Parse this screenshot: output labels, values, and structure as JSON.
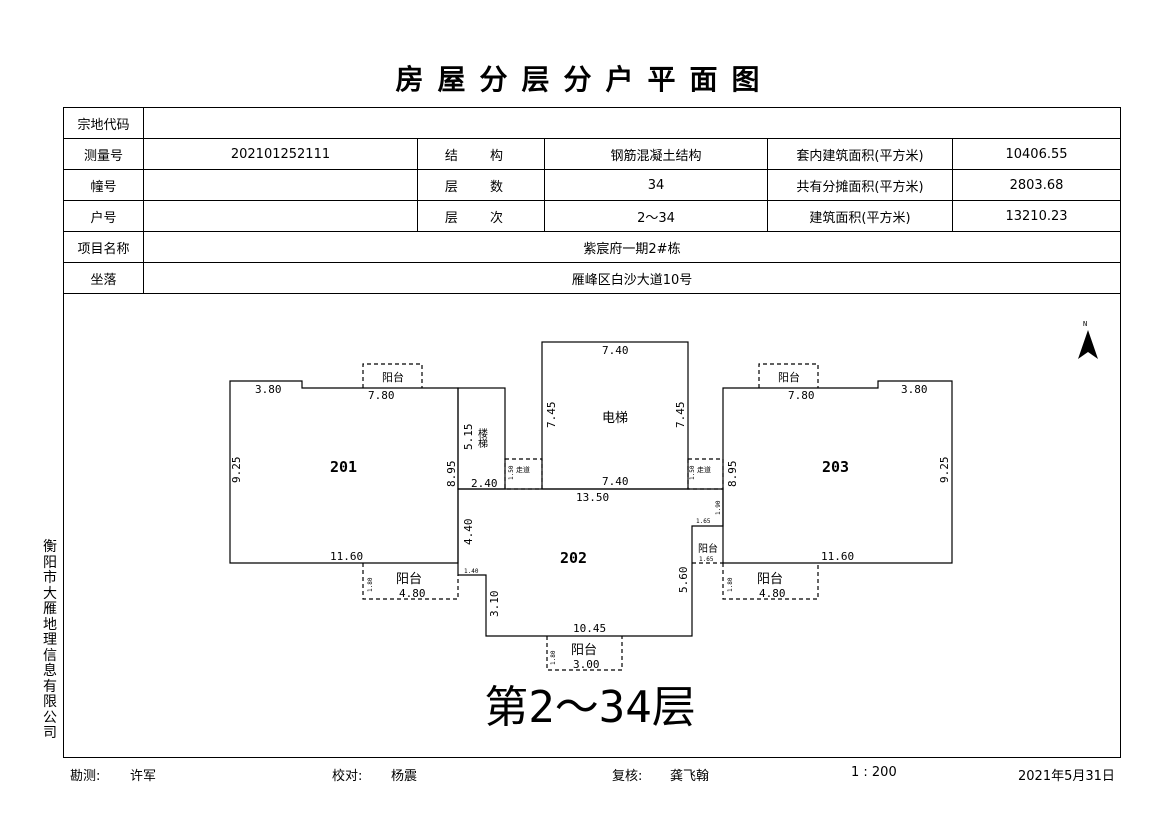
{
  "title": "房屋分层分户平面图",
  "table": {
    "zongdi_label": "宗地代码",
    "zongdi_value": "",
    "celiang_label": "测量号",
    "celiang_value": "202101252111",
    "jiegou_label": "结 构",
    "jiegou_value": "钢筋混凝土结构",
    "taonei_label": "套内建筑面积(平方米)",
    "taonei_value": "10406.55",
    "zhuang_label": "幢号",
    "zhuang_value": "",
    "censhu_label": "层 数",
    "censhu_value": "34",
    "gongyou_label": "共有分摊面积(平方米)",
    "gongyou_value": "2803.68",
    "hu_label": "户号",
    "hu_value": "",
    "cengci_label": "层 次",
    "cengci_value": "2～34",
    "jianzhu_label": "建筑面积(平方米)",
    "jianzhu_value": "13210.23",
    "xiangmu_label": "项目名称",
    "xiangmu_value": "紫宸府一期2#栋",
    "zuoluo_label": "坐落",
    "zuoluo_value": "雁峰区白沙大道10号"
  },
  "plan": {
    "units": [
      "201",
      "202",
      "203"
    ],
    "elevator": "电梯",
    "stair": "楼梯",
    "balcony": "阳台",
    "corridor": "走道",
    "north": "N",
    "floor_label": "第2～34层",
    "dims": {
      "a": "3.80",
      "b": "7.80",
      "c": "9.25",
      "d": "8.95",
      "e": "11.60",
      "f": "5.15",
      "g": "2.40",
      "h": "7.40",
      "i": "7.45",
      "j": "13.50",
      "k": "4.40",
      "l": "3.10",
      "m": "10.45",
      "n": "5.60",
      "o": "4.80",
      "p": "1.80",
      "q": "1.65",
      "r": "1.40",
      "s": "1.50",
      "t": "1.90",
      "u": "3.00"
    }
  },
  "company": "衡阳市大雁地理信息有限公司",
  "footer": {
    "survey_label": "勘测:",
    "survey_name": "许军",
    "check_label": "校对:",
    "check_name": "杨震",
    "review_label": "复核:",
    "review_name": "龚飞翰",
    "scale": "1 : 200",
    "date": "2021年5月31日"
  }
}
